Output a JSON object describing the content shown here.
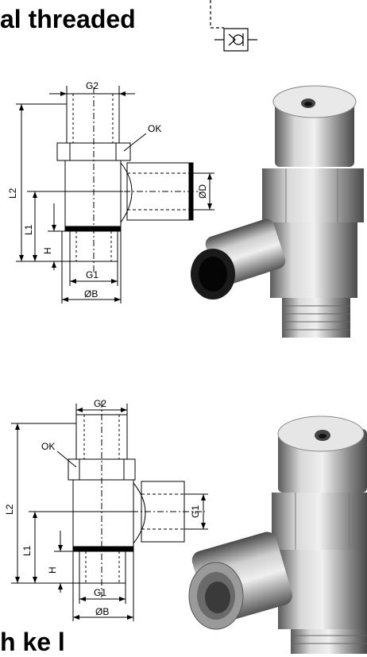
{
  "header": {
    "title": "al threaded"
  },
  "footer": {
    "title": "h ke   l"
  },
  "drawing1": {
    "labels": {
      "g2": "G2",
      "ok": "OK",
      "l2": "L2",
      "l1": "L1",
      "h": "H",
      "g1": "G1",
      "b": "ØB",
      "d": "ØD"
    }
  },
  "drawing2": {
    "labels": {
      "g2": "G2",
      "ok": "OK",
      "l2": "L2",
      "l1": "L1",
      "h": "H",
      "g1_side": "G1",
      "g1": "G1",
      "b": "ØB"
    }
  }
}
